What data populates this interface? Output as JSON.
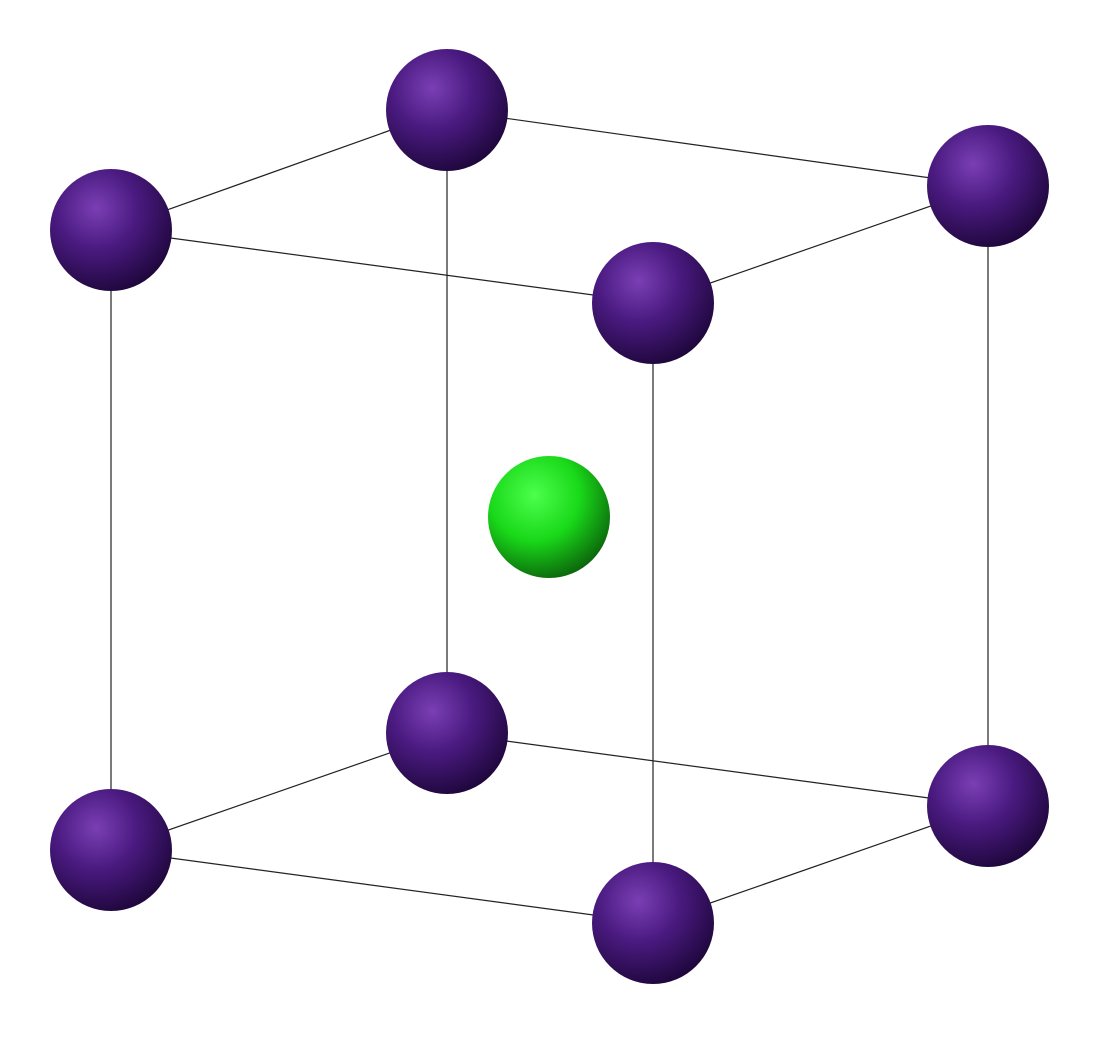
{
  "diagram": {
    "corner_atoms": {
      "count": 8,
      "color": "#4a1a80",
      "highlight": "#7a3fb4",
      "shadow": "#1a0535"
    },
    "center_atom": {
      "count": 1,
      "color": "#19d819",
      "highlight": "#4cff4c",
      "shadow": "#0a5a0a"
    },
    "edges": {
      "count": 12,
      "color": "#222222"
    }
  }
}
